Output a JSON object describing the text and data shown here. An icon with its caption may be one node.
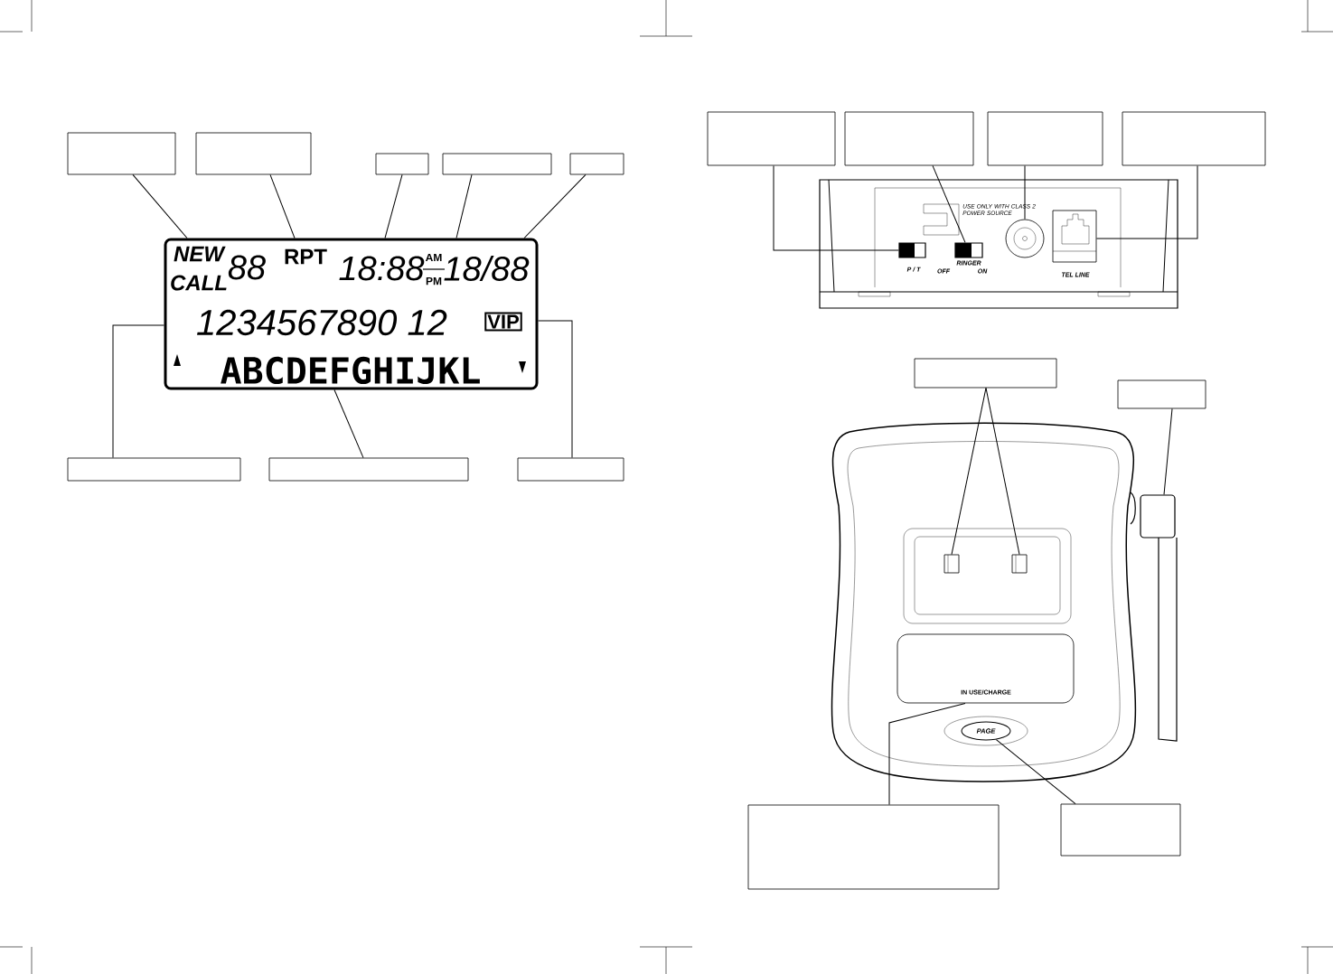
{
  "diagram": {
    "nodes": [
      {
        "text": [],
        "shape": "box"
      },
      {
        "text": [],
        "shape": "box"
      },
      {
        "text": [],
        "shape": "box"
      },
      {
        "text": [],
        "shape": "box"
      },
      {
        "text": [],
        "shape": "box"
      },
      {
        "text": [],
        "shape": "box"
      },
      {
        "text": [],
        "shape": "box"
      },
      {
        "text": [],
        "shape": "box"
      },
      {
        "text": [],
        "shape": "box"
      },
      {
        "text": [],
        "shape": "box"
      },
      {
        "text": [],
        "shape": "box"
      },
      {
        "text": [],
        "shape": "box"
      },
      {
        "text": [],
        "shape": "box"
      },
      {
        "text": [],
        "shape": "box"
      },
      {
        "text": [],
        "shape": "box"
      },
      {
        "text": [],
        "shape": "box"
      },
      {
        "text": [
          "NEW",
          "CALL",
          "88",
          "RPT",
          "18:88",
          "AM",
          "PM",
          "18/88",
          "1234567890 12",
          "VIP",
          "ABCDEFGHIJKL"
        ]
      },
      {
        "text": [],
        "shape": "box",
        "beside": [
          "P / T"
        ]
      },
      {
        "text": [],
        "shape": "box",
        "beside": [
          "RINGER",
          "OFF",
          "ON"
        ]
      },
      {
        "text": [],
        "shape": "circle"
      },
      {
        "text": [],
        "shape": "box",
        "beside": [
          "TEL LINE"
        ]
      },
      {
        "text": [],
        "shape": "box"
      },
      {
        "text": [],
        "shape": "box"
      },
      {
        "text": [],
        "shape": "bar"
      },
      {
        "text": [
          "IN USE/CHARGE"
        ]
      },
      {
        "text": [
          "PAGE"
        ]
      }
    ],
    "edges": [
      {
        "from": 0,
        "to": 16,
        "arrow": "none"
      },
      {
        "from": 1,
        "to": 16,
        "arrow": "none"
      },
      {
        "from": 2,
        "to": 16,
        "arrow": "none"
      },
      {
        "from": 3,
        "to": 16,
        "arrow": "none"
      },
      {
        "from": 4,
        "to": 16,
        "arrow": "none"
      },
      {
        "from": 5,
        "to": 16,
        "arrow": "none"
      },
      {
        "from": 6,
        "to": 16,
        "arrow": "none"
      },
      {
        "from": 7,
        "to": 16,
        "arrow": "none"
      },
      {
        "from": 8,
        "to": 17,
        "arrow": "none"
      },
      {
        "from": 9,
        "to": 18,
        "arrow": "none"
      },
      {
        "from": 10,
        "to": 19,
        "arrow": "none"
      },
      {
        "from": 11,
        "to": 20,
        "arrow": "none"
      },
      {
        "from": 12,
        "to": 21,
        "arrow": "none"
      },
      {
        "from": 12,
        "to": 22,
        "arrow": "none"
      },
      {
        "from": 13,
        "to": 23,
        "arrow": "none"
      },
      {
        "from": 14,
        "to": 24,
        "arrow": "none"
      },
      {
        "from": 15,
        "to": 25,
        "arrow": "none"
      }
    ],
    "labels": [
      "USE ONLY WITH CLASS 2 POWER SOURCE"
    ]
  }
}
